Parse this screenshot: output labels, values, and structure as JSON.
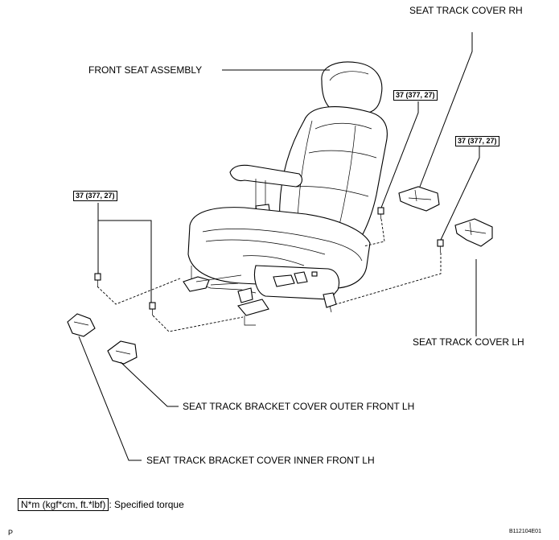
{
  "labels": {
    "seat_track_cover_rh": "SEAT TRACK COVER RH",
    "front_seat_assembly": "FRONT SEAT ASSEMBLY",
    "seat_track_cover_lh": "SEAT TRACK COVER LH",
    "bracket_cover_outer": "SEAT TRACK BRACKET COVER OUTER FRONT LH",
    "bracket_cover_inner": "SEAT TRACK BRACKET COVER INNER FRONT LH"
  },
  "torque_spec": {
    "left": "37 (377, 27)",
    "middle": "37 (377, 27)",
    "right": "37 (377, 27)"
  },
  "legend": {
    "units": "N*m (kgf*cm, ft.*lbf)",
    "description": ": Specified torque"
  },
  "corner_letter": "P",
  "figure_code": "B112104E01"
}
